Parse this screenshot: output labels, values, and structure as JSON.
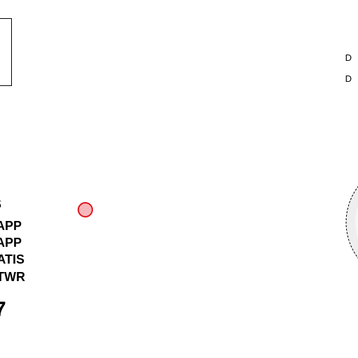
{
  "legend": {
    "items": [
      {
        "label": "D"
      },
      {
        "label": "D"
      }
    ]
  },
  "frequency_labels": [
    {
      "text": "S"
    },
    {
      "text": "APP"
    },
    {
      "text": "APP"
    },
    {
      "text": "ATIS"
    },
    {
      "text": "TWR"
    }
  ],
  "partial_glyph": "7",
  "colors": {
    "waypoint_fill": "#f7b8bc",
    "waypoint_stroke": "#e0141e",
    "airspace_fill": "#eeeeee",
    "airspace_stroke": "#000000",
    "legend_border": "#000000"
  }
}
